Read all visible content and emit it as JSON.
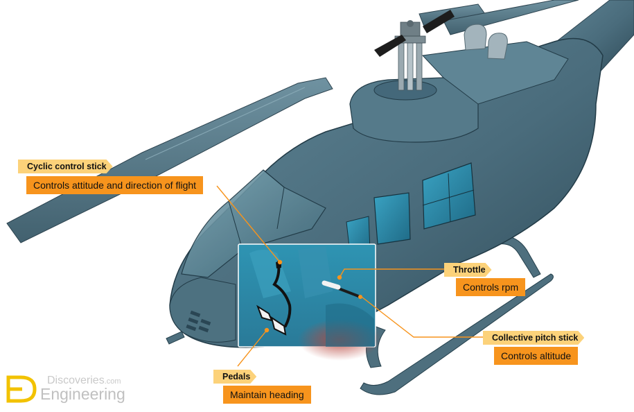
{
  "labels": {
    "cyclic": {
      "title": "Cyclic control stick",
      "desc": "Controls attitude and direction of flight"
    },
    "throttle": {
      "title": "Throttle",
      "desc": "Controls rpm"
    },
    "collective": {
      "title": "Collective pitch stick",
      "desc": "Controls altitude"
    },
    "pedals": {
      "title": "Pedals",
      "desc": "Maintain heading"
    }
  },
  "watermark": {
    "top": "Discoveries",
    "domain": ".com",
    "bottom": "Engineering"
  },
  "colors": {
    "fuselage": "#4c6f80",
    "fuselage_dark": "#2c4653",
    "rotor": "#5b7d8d",
    "window": "#2f87a6",
    "tag": "#fcd27a",
    "desc": "#f7941d",
    "leader": "#f7941d"
  }
}
